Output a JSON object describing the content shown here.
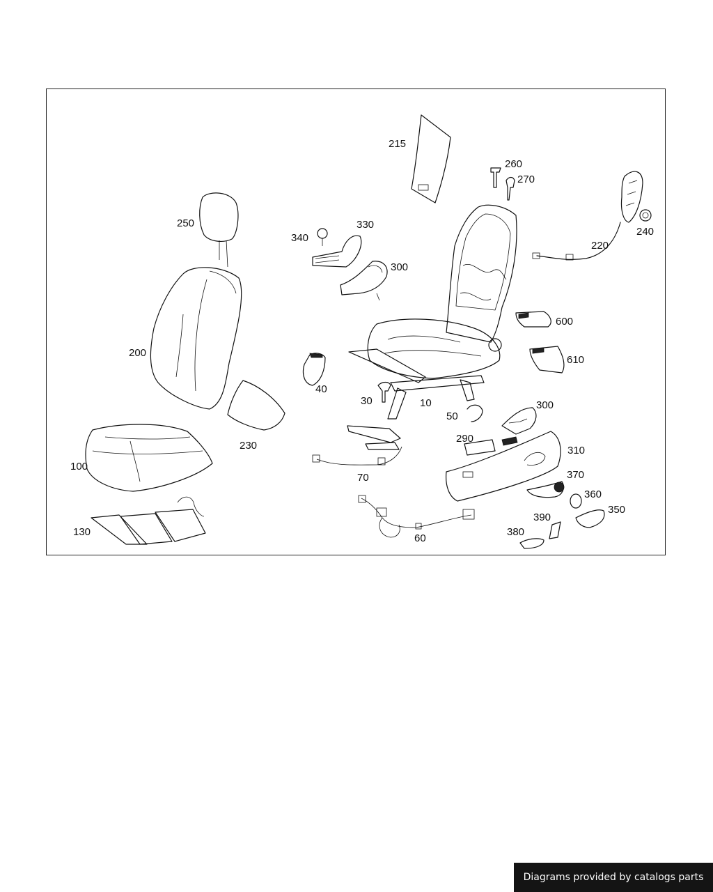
{
  "diagram": {
    "callouts": {
      "c10": "10",
      "c30": "30",
      "c40": "40",
      "c50": "50",
      "c60": "60",
      "c70": "70",
      "c100": "100",
      "c130": "130",
      "c200": "200",
      "c215": "215",
      "c220": "220",
      "c230": "230",
      "c240": "240",
      "c250": "250",
      "c260": "260",
      "c270": "270",
      "c290": "290",
      "c300a": "300",
      "c300b": "300",
      "c310": "310",
      "c330": "330",
      "c340": "340",
      "c350": "350",
      "c360": "360",
      "c370": "370",
      "c380": "380",
      "c390": "390",
      "c600": "600",
      "c610": "610"
    }
  },
  "footer": {
    "credit": "Diagrams provided by catalogs parts"
  }
}
